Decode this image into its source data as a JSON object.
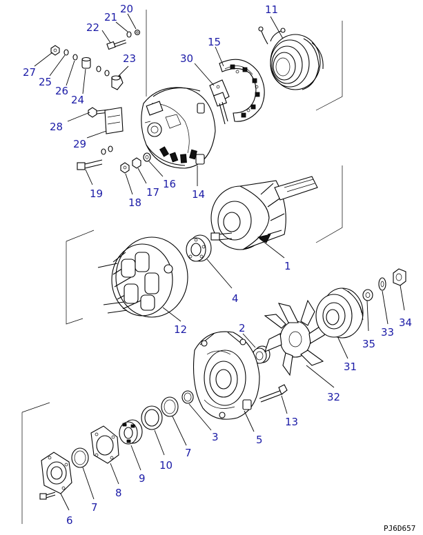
{
  "drawing": {
    "code": "PJ6D657",
    "callouts": [
      {
        "id": "c1",
        "text": "1"
      },
      {
        "id": "c2",
        "text": "2"
      },
      {
        "id": "c3",
        "text": "3"
      },
      {
        "id": "c4",
        "text": "4"
      },
      {
        "id": "c5",
        "text": "5"
      },
      {
        "id": "c6",
        "text": "6"
      },
      {
        "id": "c7a",
        "text": "7"
      },
      {
        "id": "c7b",
        "text": "7"
      },
      {
        "id": "c8",
        "text": "8"
      },
      {
        "id": "c9",
        "text": "9"
      },
      {
        "id": "c10",
        "text": "10"
      },
      {
        "id": "c11",
        "text": "11"
      },
      {
        "id": "c12",
        "text": "12"
      },
      {
        "id": "c13",
        "text": "13"
      },
      {
        "id": "c14",
        "text": "14"
      },
      {
        "id": "c15",
        "text": "15"
      },
      {
        "id": "c16",
        "text": "16"
      },
      {
        "id": "c17",
        "text": "17"
      },
      {
        "id": "c18",
        "text": "18"
      },
      {
        "id": "c19",
        "text": "19"
      },
      {
        "id": "c20",
        "text": "20"
      },
      {
        "id": "c21",
        "text": "21"
      },
      {
        "id": "c22",
        "text": "22"
      },
      {
        "id": "c23",
        "text": "23"
      },
      {
        "id": "c24",
        "text": "24"
      },
      {
        "id": "c25",
        "text": "25"
      },
      {
        "id": "c26",
        "text": "26"
      },
      {
        "id": "c27",
        "text": "27"
      },
      {
        "id": "c28",
        "text": "28"
      },
      {
        "id": "c29",
        "text": "29"
      },
      {
        "id": "c30",
        "text": "30"
      },
      {
        "id": "c31",
        "text": "31"
      },
      {
        "id": "c32",
        "text": "32"
      },
      {
        "id": "c33",
        "text": "33"
      },
      {
        "id": "c34",
        "text": "34"
      },
      {
        "id": "c35",
        "text": "35"
      }
    ]
  },
  "colors": {
    "callout_text": "#1a1aa6",
    "line_art": "#000000",
    "background": "#ffffff"
  }
}
